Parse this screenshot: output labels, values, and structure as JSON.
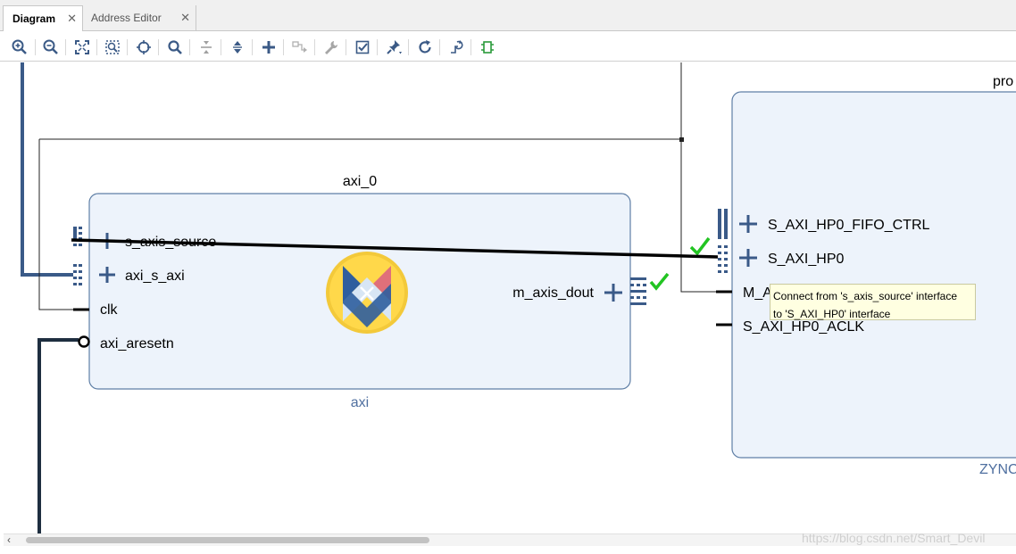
{
  "tabs": [
    {
      "label": "Diagram",
      "active": true
    },
    {
      "label": "Address Editor",
      "active": false
    }
  ],
  "toolbar": {
    "buttons": [
      "zoom-in-icon",
      "zoom-out-icon",
      "zoom-fit-icon",
      "zoom-area-icon",
      "auto-connect-icon",
      "search-icon",
      "collapse-icon",
      "expand-icon",
      "add-ip-icon",
      "make-connection-icon",
      "properties-icon",
      "validate-icon",
      "pin-icon",
      "refresh-icon",
      "regenerate-layout-icon",
      "optimize-icon"
    ]
  },
  "diagram": {
    "block_axi": {
      "instance_name": "axi_0",
      "module_name": "axi",
      "left_ports": [
        "s_axis_source",
        "axi_s_axi",
        "clk",
        "axi_aresetn"
      ],
      "right_port": "m_axis_dout"
    },
    "block_zynq": {
      "title_partial": "pro",
      "footer_partial": "ZYNC",
      "ports": [
        "S_AXI_HP0_FIFO_CTRL",
        "S_AXI_HP0",
        "M_A",
        "S_AXI_HP0_ACLK"
      ]
    },
    "tooltip": {
      "line1": "Connect from 's_axis_source' interface",
      "line2": "to 'S_AXI_HP0' interface"
    },
    "colors": {
      "block_fill": "#edf3fb",
      "block_border": "#5f7fa6",
      "interface_blue": "#3a5a88",
      "check_green": "#22c422",
      "module_label": "#5070a0"
    }
  },
  "watermark": "https://blog.csdn.net/Smart_Devil"
}
